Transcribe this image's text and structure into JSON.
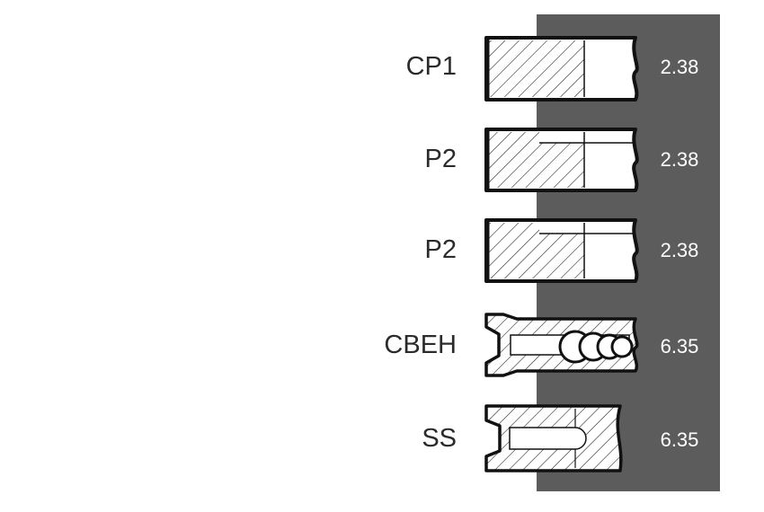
{
  "colors": {
    "panel": "#5c5c5c",
    "ring_fill": "#ffffff",
    "ring_stroke": "#111111",
    "label_text": "#2b2b2b",
    "value_text": "#ffffff"
  },
  "icons": [
    "compression-ring-icon",
    "oil-control-ring-icon"
  ],
  "rings": [
    {
      "type": "CP1",
      "width": "2.38",
      "profile": "compression-full"
    },
    {
      "type": "P2",
      "width": "2.38",
      "profile": "compression-step"
    },
    {
      "type": "P2",
      "width": "2.38",
      "profile": "compression-step"
    },
    {
      "type": "CBEH",
      "width": "6.35",
      "profile": "oil-coil-expander"
    },
    {
      "type": "SS",
      "width": "6.35",
      "profile": "oil-slotted"
    }
  ]
}
